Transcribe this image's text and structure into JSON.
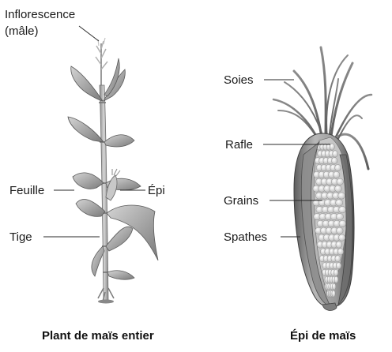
{
  "labels": {
    "inflorescence_line1": "Inflorescence",
    "inflorescence_line2": "(mâle)",
    "feuille": "Feuille",
    "epi": "Épi",
    "tige": "Tige",
    "soies": "Soies",
    "rafle": "Rafle",
    "grains": "Grains",
    "spathes": "Spathes"
  },
  "captions": {
    "plant": "Plant de maïs entier",
    "ear": "Épi de maïs"
  }
}
